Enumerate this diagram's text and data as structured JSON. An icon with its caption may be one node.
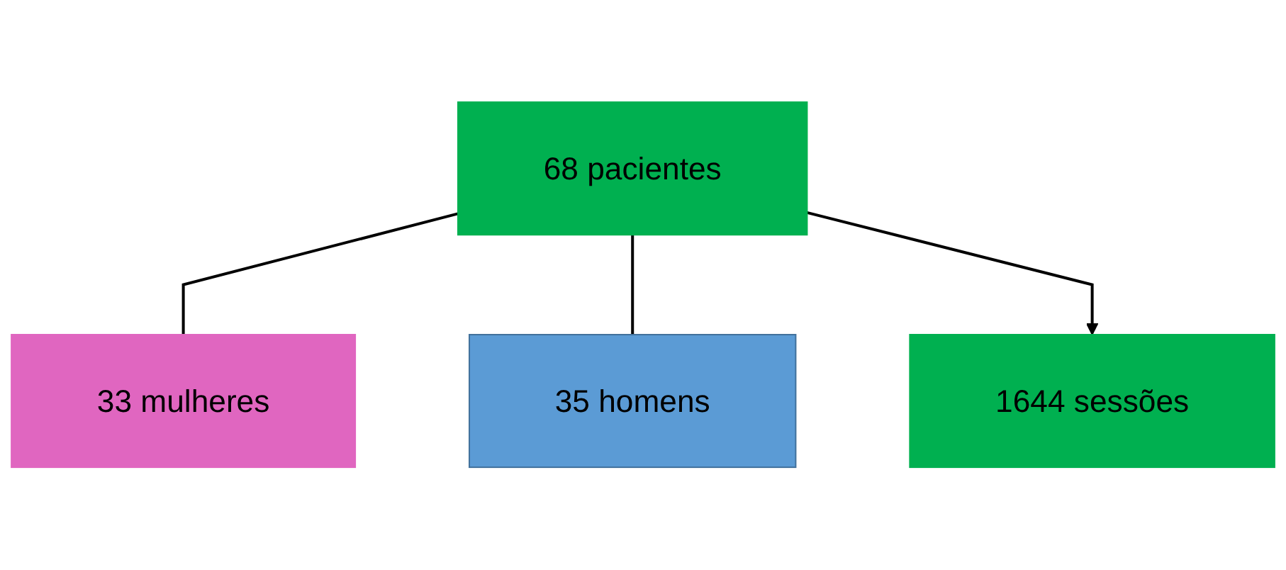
{
  "diagram": {
    "nodes": [
      {
        "text": [
          "68 pacientes"
        ]
      },
      {
        "text": [
          "33 mulheres"
        ]
      },
      {
        "text": [
          "35 homens"
        ]
      },
      {
        "text": [
          "1644 sessões"
        ]
      }
    ],
    "edges": [
      {
        "from": 0,
        "to": 1,
        "arrow": "none"
      },
      {
        "from": 0,
        "to": 2,
        "arrow": "none"
      },
      {
        "from": 0,
        "to": 3,
        "arrow": "to"
      }
    ]
  }
}
